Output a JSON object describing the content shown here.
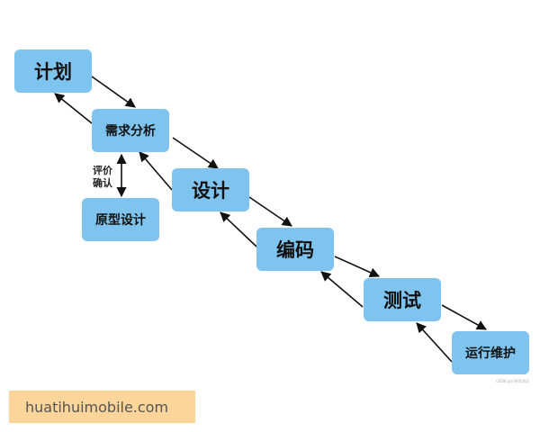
{
  "diagram": {
    "nodes": {
      "plan": "计划",
      "requirements": "需求分析",
      "prototype": "原型设计",
      "design": "设计",
      "coding": "编码",
      "testing": "测试",
      "operations": "运行维护"
    },
    "review_label_line1": "评价",
    "review_label_line2": "确认",
    "node_color": "#7ec4ef",
    "arrow_color": "#111111",
    "watermark": "CSDN @小胖学测试"
  },
  "banner": {
    "text": "huatihuimobile.com",
    "color": "#fbd59a"
  }
}
